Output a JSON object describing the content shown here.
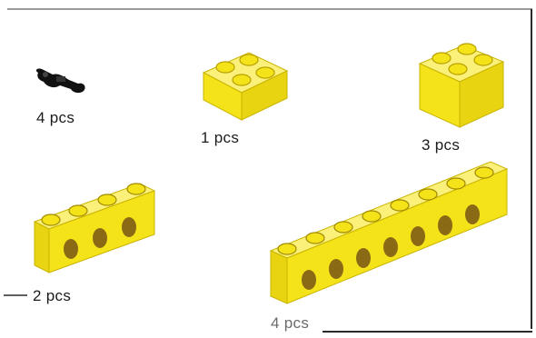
{
  "parts": [
    {
      "id": "black-pin",
      "icon": "black-connector-pin-icon",
      "quantity_label": "4 pcs",
      "count": 4
    },
    {
      "id": "plate-2x2",
      "icon": "yellow-plate-2x2-icon",
      "quantity_label": "1 pcs",
      "count": 1
    },
    {
      "id": "brick-2x2",
      "icon": "yellow-brick-2x2-icon",
      "quantity_label": "3 pcs",
      "count": 3
    },
    {
      "id": "technic-brick-1x4",
      "icon": "yellow-technic-brick-1x4-icon",
      "quantity_label": "2 pcs",
      "count": 2
    },
    {
      "id": "technic-brick-1x8",
      "icon": "yellow-technic-brick-1x8-icon",
      "quantity_label": "4 pcs",
      "count": 4
    }
  ],
  "colors": {
    "brick_yellow": "#f5e31a",
    "brick_yellow_light": "#fbf07a",
    "brick_yellow_dark": "#c9b400",
    "hole": "#8a6a14",
    "pin_black": "#111111",
    "frame_line": "#2a2a2a",
    "background": "#ffffff"
  }
}
